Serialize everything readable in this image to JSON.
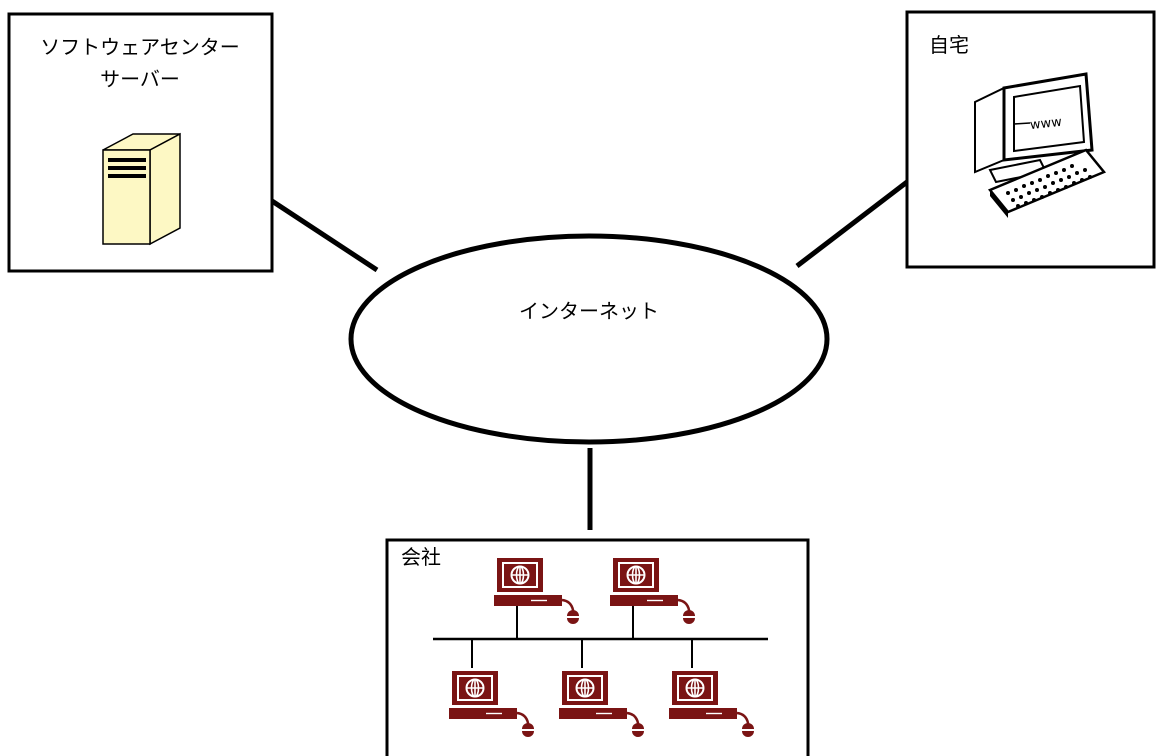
{
  "diagram": {
    "internet": {
      "label": "インターネット"
    },
    "server_box": {
      "label_line1": "ソフトウェアセンター",
      "label_line2": "サーバー",
      "icon": "server-tower-icon"
    },
    "home_box": {
      "label": "自宅",
      "icon": "www-computer-icon",
      "screen_text": "www"
    },
    "company_box": {
      "label": "会社",
      "icon": "network-workstation-icon",
      "workstation_count": 5
    }
  },
  "colors": {
    "line": "#000000",
    "server_fill": "#fdf8c4",
    "workstation": "#7a1414",
    "workstation_screen": "#ffffff"
  }
}
